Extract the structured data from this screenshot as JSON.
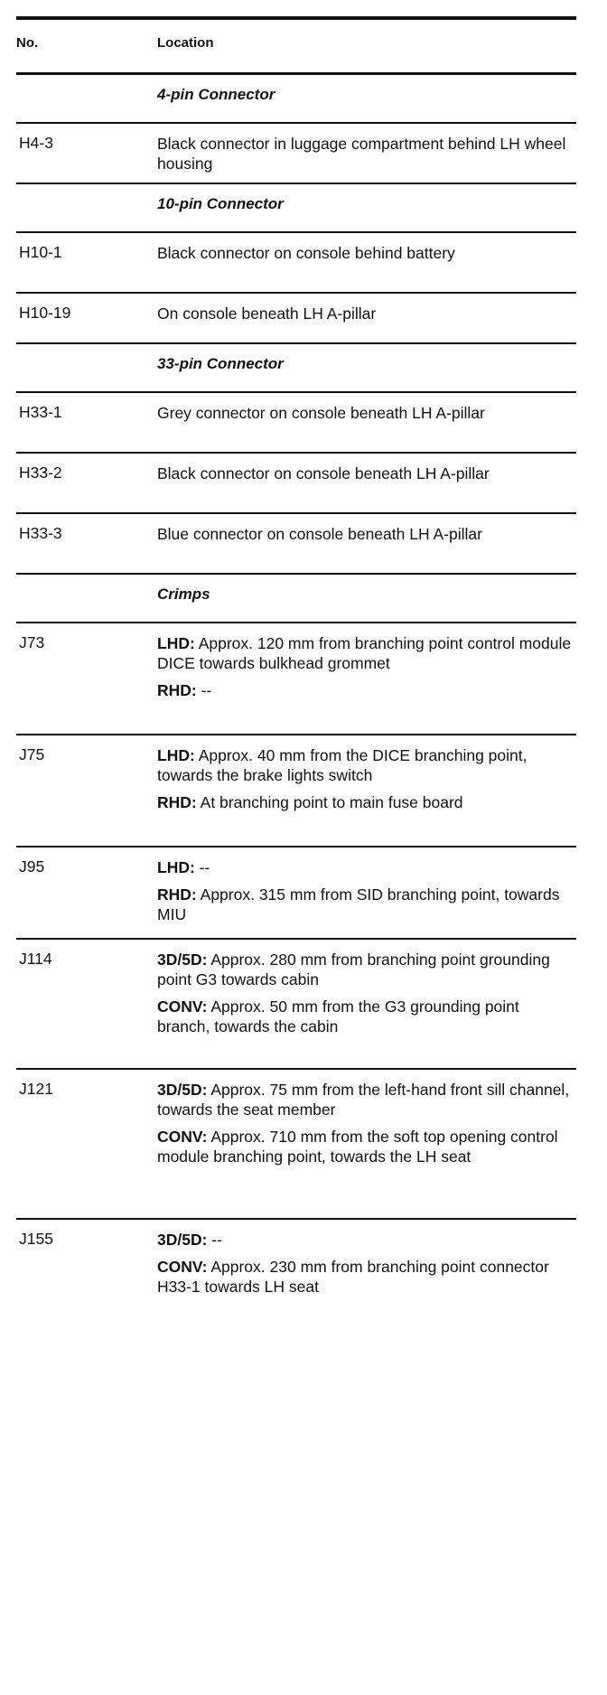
{
  "header": {
    "no": "No.",
    "location": "Location"
  },
  "rows": [
    {
      "type": "section",
      "title": "4-pin Connector"
    },
    {
      "type": "entry",
      "no": "H4-3",
      "paras": [
        {
          "text": "Black connector in luggage compartment behind LH wheel housing"
        }
      ]
    },
    {
      "type": "section",
      "title": "10-pin Connector"
    },
    {
      "type": "entry",
      "no": "H10-1",
      "paras": [
        {
          "text": "Black connector on console behind battery"
        }
      ]
    },
    {
      "type": "entry",
      "no": "H10-19",
      "paras": [
        {
          "text": "On console beneath LH A-pillar"
        }
      ]
    },
    {
      "type": "section",
      "title": "33-pin Connector"
    },
    {
      "type": "entry",
      "no": "H33-1",
      "paras": [
        {
          "text": "Grey connector on console beneath LH A-pillar"
        }
      ]
    },
    {
      "type": "entry",
      "no": "H33-2",
      "paras": [
        {
          "text": "Black connector on console beneath LH A-pillar"
        }
      ]
    },
    {
      "type": "entry",
      "no": "H33-3",
      "paras": [
        {
          "text": "Blue connector on console beneath LH A-pillar"
        }
      ]
    },
    {
      "type": "section",
      "title": "Crimps"
    },
    {
      "type": "entry",
      "no": "J73",
      "paras": [
        {
          "label": "LHD:",
          "text": " Approx. 120 mm from branching point control module DICE towards bulkhead grommet"
        },
        {
          "label": "RHD:",
          "text": " --"
        }
      ]
    },
    {
      "type": "entry",
      "no": "J75",
      "paras": [
        {
          "label": "LHD:",
          "text": " Approx. 40 mm from the DICE branching point, towards the brake lights switch"
        },
        {
          "label": "RHD:",
          "text": " At branching point to main fuse board"
        }
      ]
    },
    {
      "type": "entry",
      "no": "J95",
      "paras": [
        {
          "label": "LHD:",
          "text": " --"
        },
        {
          "label": "RHD:",
          "text": " Approx. 315 mm from SID branching point, towards MIU"
        }
      ]
    },
    {
      "type": "entry",
      "no": "J114",
      "paras": [
        {
          "label": "3D/5D:",
          "text": " Approx. 280 mm from branching point grounding point G3 towards cabin"
        },
        {
          "label": "CONV:",
          "text": " Approx. 50 mm from the G3 grounding point branch, towards the cabin"
        }
      ]
    },
    {
      "type": "entry",
      "no": "J121",
      "paras": [
        {
          "label": "3D/5D:",
          "text": " Approx. 75 mm from the left-hand front sill channel, towards the seat member"
        },
        {
          "label": "CONV:",
          "text": " Approx. 710 mm from the soft top opening control module branching point, towards the LH seat"
        }
      ]
    },
    {
      "type": "entry",
      "no": "J155",
      "paras": [
        {
          "label": "3D/5D:",
          "text": " --"
        },
        {
          "label": "CONV:",
          "text": " Approx. 230 mm from branching point connector H33-1 towards LH seat"
        }
      ]
    }
  ]
}
